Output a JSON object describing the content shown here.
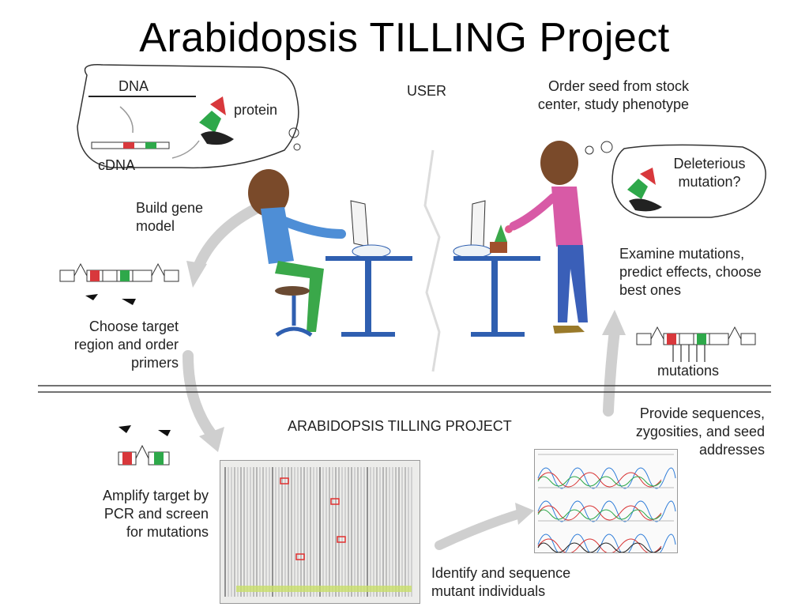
{
  "title": "Arabidopsis TILLING Project",
  "labels": {
    "dna": "DNA",
    "cdna": "cDNA",
    "protein": "protein",
    "user": "USER",
    "order_seed": "Order seed from stock center, study phenotype",
    "deleterious": "Deleterious mutation?",
    "build_gene_model": "Build gene model",
    "examine_mutations": "Examine mutations, predict effects, choose best ones",
    "choose_target": "Choose target region and order primers",
    "mutations": "mutations",
    "project": "ARABIDOPSIS TILLING PROJECT",
    "provide_sequences": "Provide sequences, zygosities, and seed addresses",
    "amplify": "Amplify  target by PCR and screen for mutations",
    "identify": "Identify and sequence mutant individuals"
  },
  "colors": {
    "exon_red": "#d8383c",
    "exon_green": "#2ea84a",
    "arrow_gray": "#cfcfcf",
    "desk_blue": "#2f5fb0",
    "shirt_blue": "#4e8ed6",
    "pants_green": "#3aa84a",
    "shirt_pink": "#d85aa6",
    "pants_blue": "#3a5fb8"
  }
}
